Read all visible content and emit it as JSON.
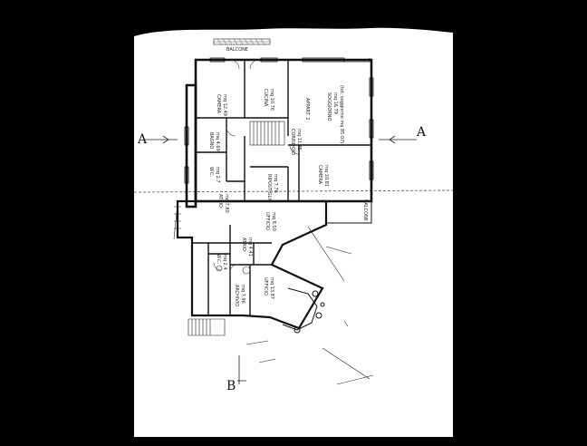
{
  "plan": {
    "section_a_left": "A",
    "section_a_right": "A",
    "section_b": "B",
    "apartment": "APPART. 2",
    "rooms": [
      {
        "id": "camera-1",
        "name": "CAMERA",
        "area": "mq 12.49"
      },
      {
        "id": "cucina",
        "name": "CUCINA",
        "area": "mq 10.76"
      },
      {
        "id": "soggiorno",
        "name": "SOGGIORNO",
        "area": "mq 16.79"
      },
      {
        "id": "bagno",
        "name": "BAGNO",
        "area": "mq 4.69"
      },
      {
        "id": "wc",
        "name": "W.C.",
        "area": "mq 2.7"
      },
      {
        "id": "corridoio",
        "name": "CORRIDOIO",
        "area": "mq 11.35"
      },
      {
        "id": "camera-2",
        "name": "CAMERA",
        "area": "mq 10.81"
      },
      {
        "id": "atrio-1",
        "name": "ATRIO",
        "area": "mq 7.80"
      },
      {
        "id": "ripostiglio",
        "name": "RIPOSTIGLIO",
        "area": "mq 7.76"
      },
      {
        "id": "ufficio-1",
        "name": "UFFICIO",
        "area": "mq 8.50"
      },
      {
        "id": "atrio-2",
        "name": "ATRIO",
        "area": "mq 4.41"
      },
      {
        "id": "wc-2",
        "name": "W.C.",
        "area": "mq 2.4"
      },
      {
        "id": "archivio",
        "name": "ARCHIVIO",
        "area": "mq 7.96"
      },
      {
        "id": "ufficio-2",
        "name": "UFFICIO",
        "area": "mq 13.87"
      }
    ],
    "balcony_top": "BALCONE",
    "balcony_right": "BALCONE",
    "soggiorno_note": "(tot. soggiorno mq 85.07)"
  }
}
